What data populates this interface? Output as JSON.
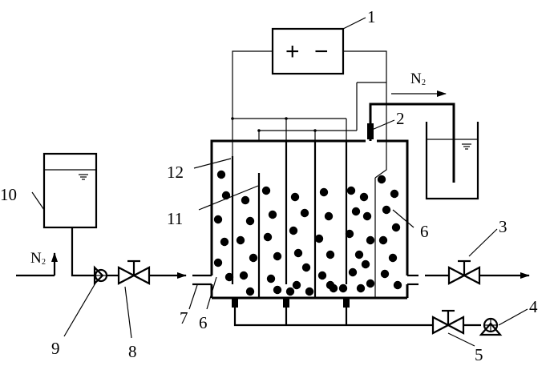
{
  "power_supply": {
    "plus": "+",
    "minus": "−"
  },
  "gas_labels": {
    "top_n2": "N",
    "top_n2_sub": "2",
    "left_n2": "N",
    "left_n2_sub": "2"
  },
  "callouts": [
    "1",
    "2",
    "3",
    "4",
    "5",
    "6",
    "6",
    "7",
    "8",
    "9",
    "10",
    "11",
    "12"
  ]
}
